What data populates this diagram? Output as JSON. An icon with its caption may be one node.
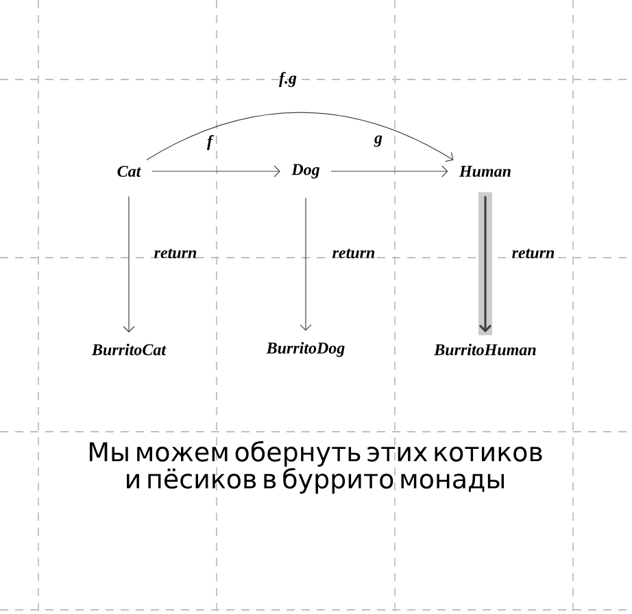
{
  "diagram": {
    "caption": "Мы можем обернуть этих котиков и пёсиков в буррито монады",
    "nodes": [
      {
        "text": [
          "Cat"
        ]
      },
      {
        "text": [
          "Dog"
        ]
      },
      {
        "text": [
          "Human"
        ]
      },
      {
        "text": [
          "BurritoCat"
        ]
      },
      {
        "text": [
          "BurritoDog"
        ]
      },
      {
        "text": [
          "BurritoHuman"
        ]
      }
    ],
    "edges": [
      {
        "from": 0,
        "to": 1,
        "arrow": "to",
        "label": "f"
      },
      {
        "from": 1,
        "to": 2,
        "arrow": "to",
        "label": "g"
      },
      {
        "from": 0,
        "to": 2,
        "arrow": "to",
        "label": "f.g"
      },
      {
        "from": 0,
        "to": 3,
        "arrow": "to",
        "label": "return"
      },
      {
        "from": 1,
        "to": 4,
        "arrow": "to",
        "label": "return"
      },
      {
        "from": 2,
        "to": 5,
        "arrow": "to",
        "label": "return",
        "style": "thick",
        "color": "#cccccc"
      }
    ]
  }
}
